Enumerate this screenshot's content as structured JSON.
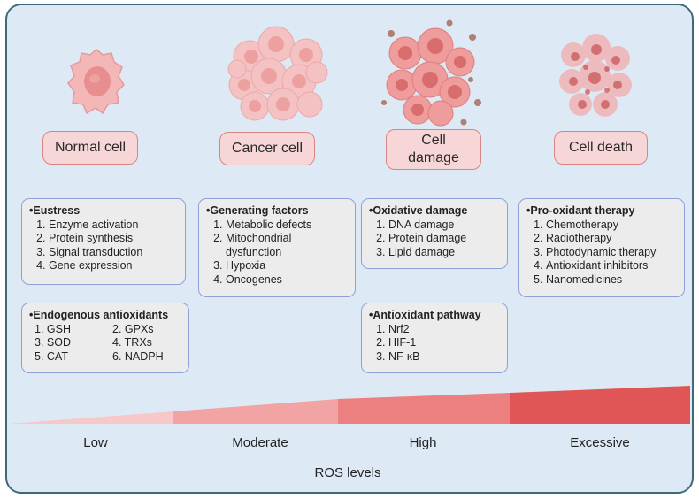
{
  "stages": [
    {
      "label": "Normal cell"
    },
    {
      "label": "Cancer cell"
    },
    {
      "label": "Cell damage"
    },
    {
      "label": "Cell death"
    }
  ],
  "boxes": {
    "eustress": {
      "heading": "•Eustress",
      "items": [
        "Enzyme activation",
        "Protein synthesis",
        "Signal transduction",
        "Gene expression"
      ]
    },
    "endogenous": {
      "heading": "•Endogenous antioxidants",
      "items": [
        "1.  GSH",
        "2.  GPXs",
        "3.  SOD",
        "4.  TRXs",
        "5.  CAT",
        "6.  NADPH"
      ]
    },
    "generating": {
      "heading": "•Generating factors",
      "items": [
        "Metabolic defects",
        "Mitochondrial dysfunction",
        "Hypoxia",
        "Oncogenes"
      ]
    },
    "oxidative": {
      "heading": "•Oxidative damage",
      "items": [
        "DNA damage",
        "Protein damage",
        "Lipid damage"
      ]
    },
    "pathway": {
      "heading": "•Antioxidant pathway",
      "items": [
        "Nrf2",
        "HIF-1",
        "NF-κB"
      ]
    },
    "prooxidant": {
      "heading": "•Pro-oxidant therapy",
      "items": [
        "Chemotherapy",
        "Radiotherapy",
        "Photodynamic therapy",
        "Antioxidant inhibitors",
        "Nanomedicines"
      ]
    }
  },
  "scale": {
    "levels": [
      "Low",
      "Moderate",
      "High",
      "Excessive"
    ],
    "title": "ROS  levels"
  },
  "colors": {
    "background": "#ddeaf6",
    "frame": "#3f6a78",
    "label_fill": "#f6d6d6",
    "label_border": "#d98585",
    "box_border": "#8fa0d8",
    "wedge_low": "#f7c8c8",
    "wedge_moderate": "#f2a3a3",
    "wedge_high": "#ec7f7f",
    "wedge_excessive": "#e05656"
  }
}
